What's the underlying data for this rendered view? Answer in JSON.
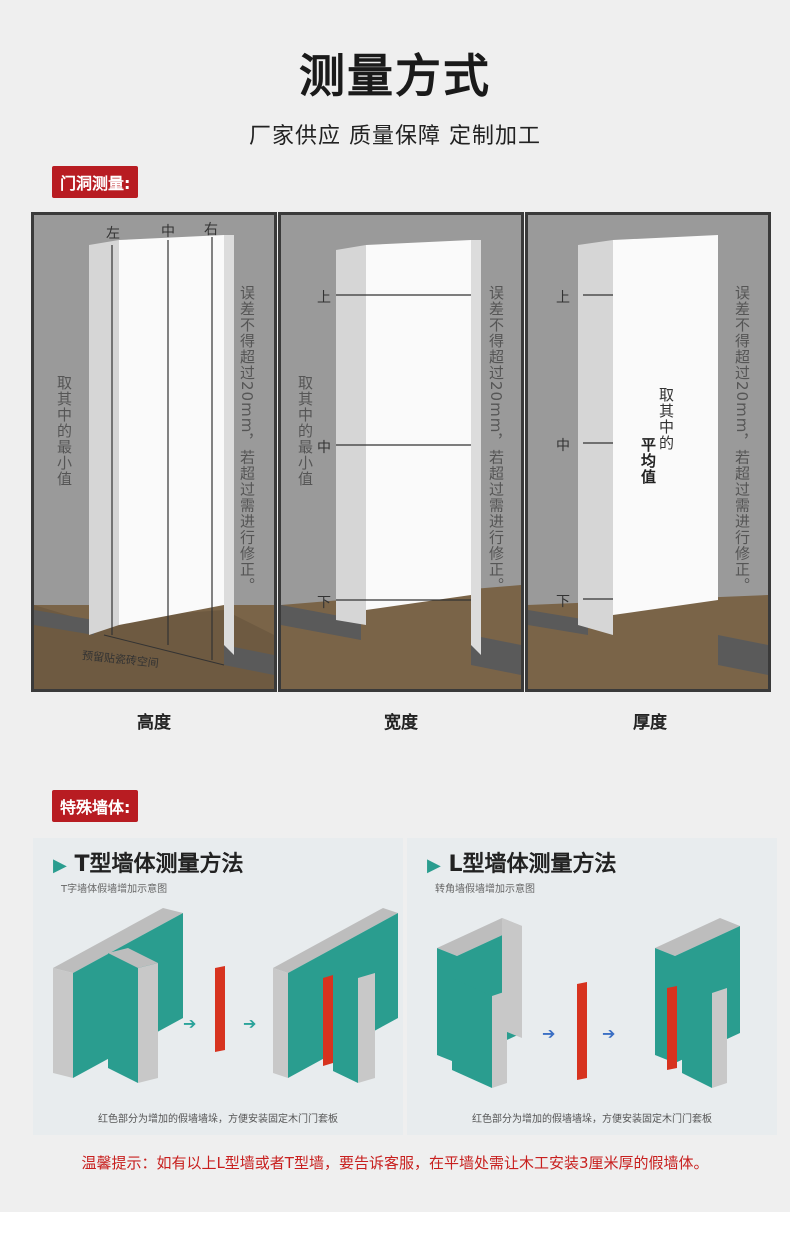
{
  "header": {
    "title": "测量方式",
    "subtitle": "厂家供应 质量保障 定制加工"
  },
  "sections": {
    "door_hole_tag": "门洞测量:",
    "special_wall_tag": "特殊墙体:"
  },
  "panels": [
    {
      "caption": "高度",
      "top_labels": [
        "左",
        "中",
        "右"
      ],
      "left_note": "取其中的最小值",
      "right_note": "误差不得超过20mm，若超过需进行修正。",
      "floor_note": "预留贴瓷砖空间"
    },
    {
      "caption": "宽度",
      "side_labels": [
        "上",
        "中",
        "下"
      ],
      "left_note": "取其中的最小值",
      "right_note": "误差不得超过20mm，若超过需进行修正。"
    },
    {
      "caption": "厚度",
      "side_labels": [
        "上",
        "中",
        "下"
      ],
      "center_note_top": "取其中的",
      "center_note_bold": "平均值",
      "right_note": "误差不得超过20mm，若超过需进行修正。"
    }
  ],
  "cards": [
    {
      "title": "T型墙体测量方法",
      "subtitle": "T字墙体假墙增加示意图",
      "note": "红色部分为增加的假墙墙垛，方便安装固定木门门套板",
      "arrow_color": "#2aa39a"
    },
    {
      "title": "L型墙体测量方法",
      "subtitle": "转角墙假墙增加示意图",
      "note": "红色部分为增加的假墙墙垛，方便安装固定木门门套板",
      "arrow_color": "#3b6fc4"
    }
  ],
  "tip": "温馨提示：如有以上L型墙或者T型墙，要告诉客服，在平墙处需让木工安装3厘米厚的假墙体。",
  "colors": {
    "accent_red": "#b81c22",
    "wall_teal": "#2a9d8f",
    "fake_wall_red": "#d7331f"
  }
}
